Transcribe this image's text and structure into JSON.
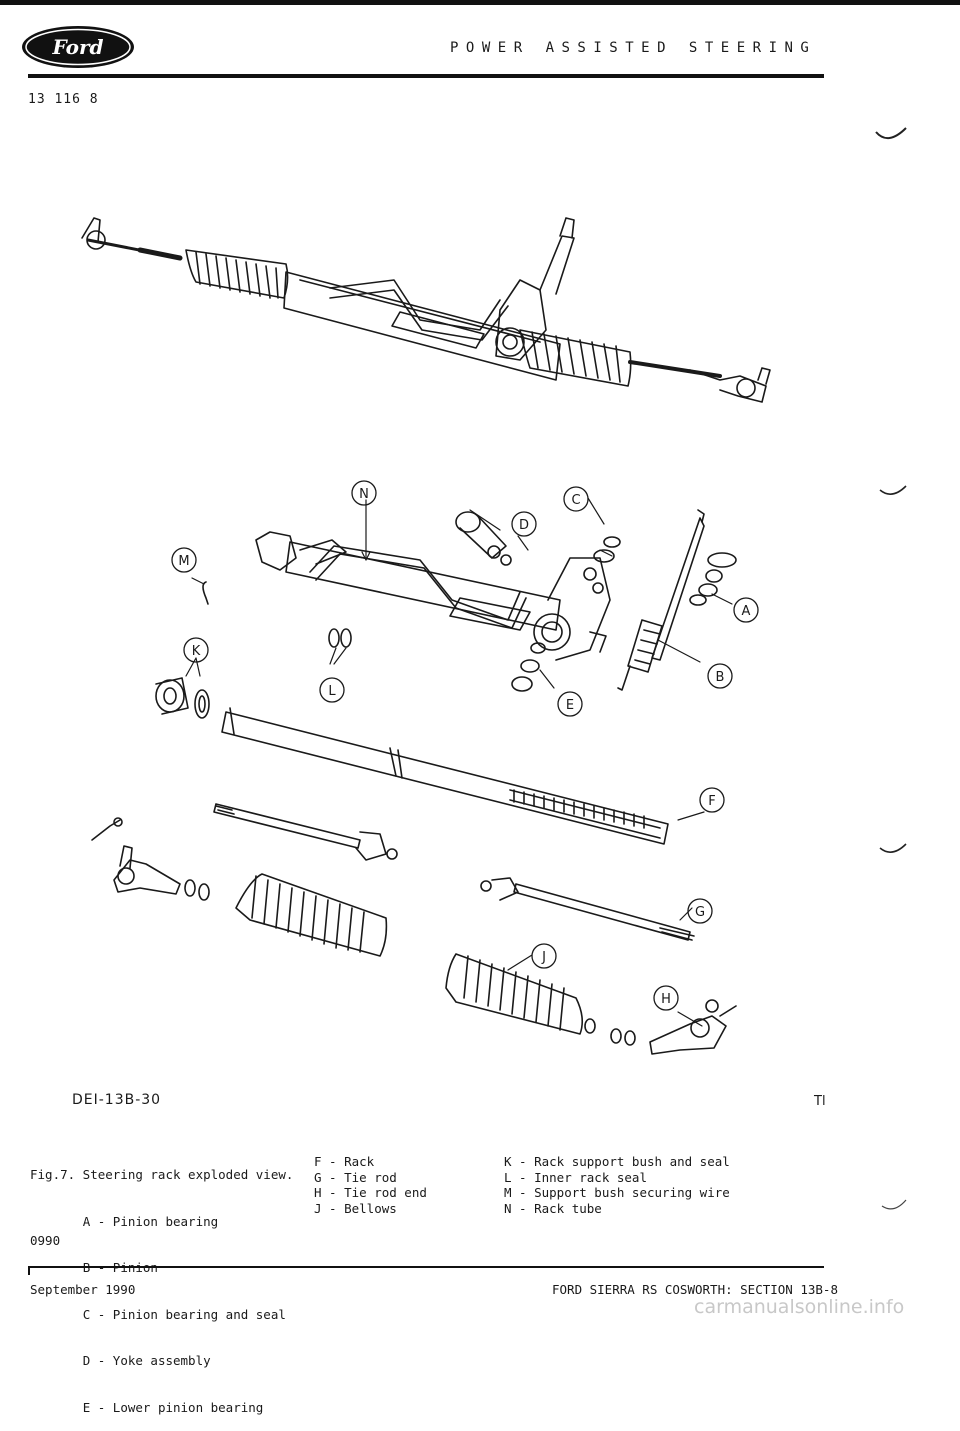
{
  "header": {
    "logo_text": "Ford",
    "title": "POWER ASSISTED STEERING",
    "doc_ref": "13 116 8"
  },
  "figure": {
    "ref": "DEI-13B-30",
    "page_mark": "Tl",
    "callouts": [
      "A",
      "B",
      "C",
      "D",
      "E",
      "F",
      "G",
      "H",
      "J",
      "K",
      "L",
      "M",
      "N"
    ]
  },
  "caption": {
    "title": "Fig.7. Steering rack exploded view.",
    "items_col1": [
      "A - Pinion bearing",
      "B - Pinion",
      "C - Pinion bearing and seal",
      "D - Yoke assembly",
      "E - Lower pinion bearing"
    ],
    "items_col2": [
      "F - Rack",
      "G - Tie rod",
      "H - Tie rod end",
      "J - Bellows"
    ],
    "items_col3": [
      "K - Rack support bush and seal",
      "L - Inner rack seal",
      "M - Support bush securing wire",
      "N - Rack tube"
    ],
    "date_code": "0990"
  },
  "footer": {
    "date": "September 1990",
    "section": "FORD SIERRA RS COSWORTH: SECTION 13B-8",
    "watermark": "carmanualsonline.info"
  },
  "colors": {
    "ink": "#1a1a1a",
    "logo_fill": "#111111",
    "watermark": "#c8c8c8"
  }
}
